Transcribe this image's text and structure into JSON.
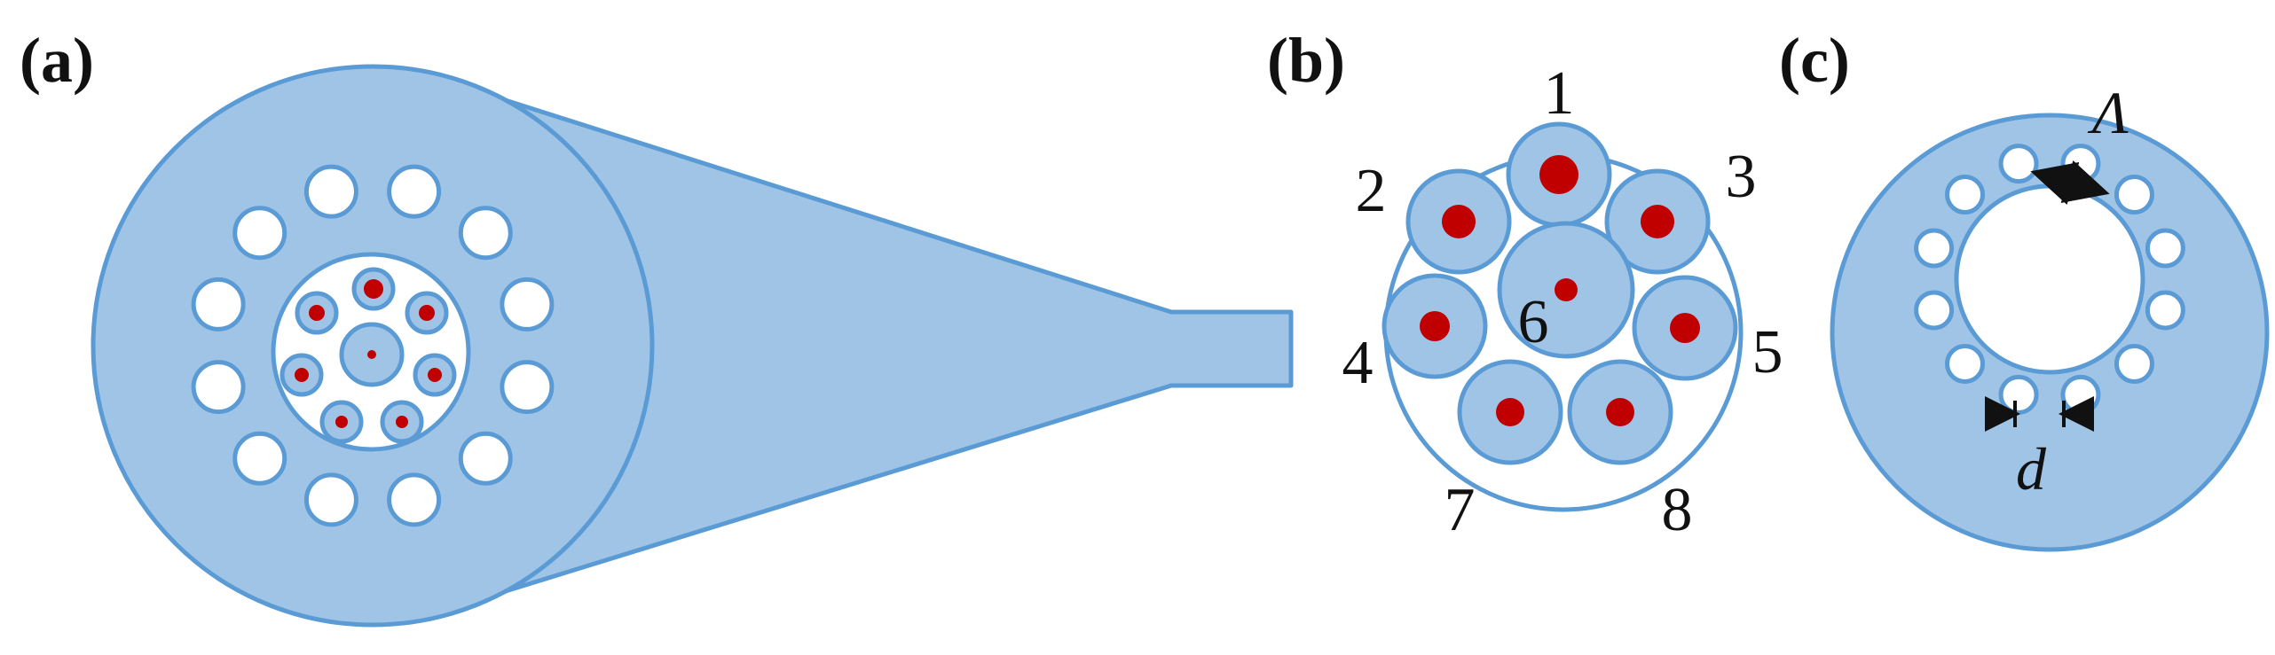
{
  "panels": {
    "a": {
      "label": "(a)"
    },
    "b": {
      "label": "(b)"
    },
    "c": {
      "label": "(c)"
    }
  },
  "core_numbers": [
    "1",
    "2",
    "3",
    "4",
    "5",
    "6",
    "7",
    "8"
  ],
  "symbols": {
    "pitch": "Λ",
    "hole_diameter": "d"
  },
  "colors": {
    "cladding_fill": "#a0c4e6",
    "outline": "#5b9bd5",
    "core": "#c00000",
    "hole": "#ffffff",
    "text": "#111111"
  }
}
